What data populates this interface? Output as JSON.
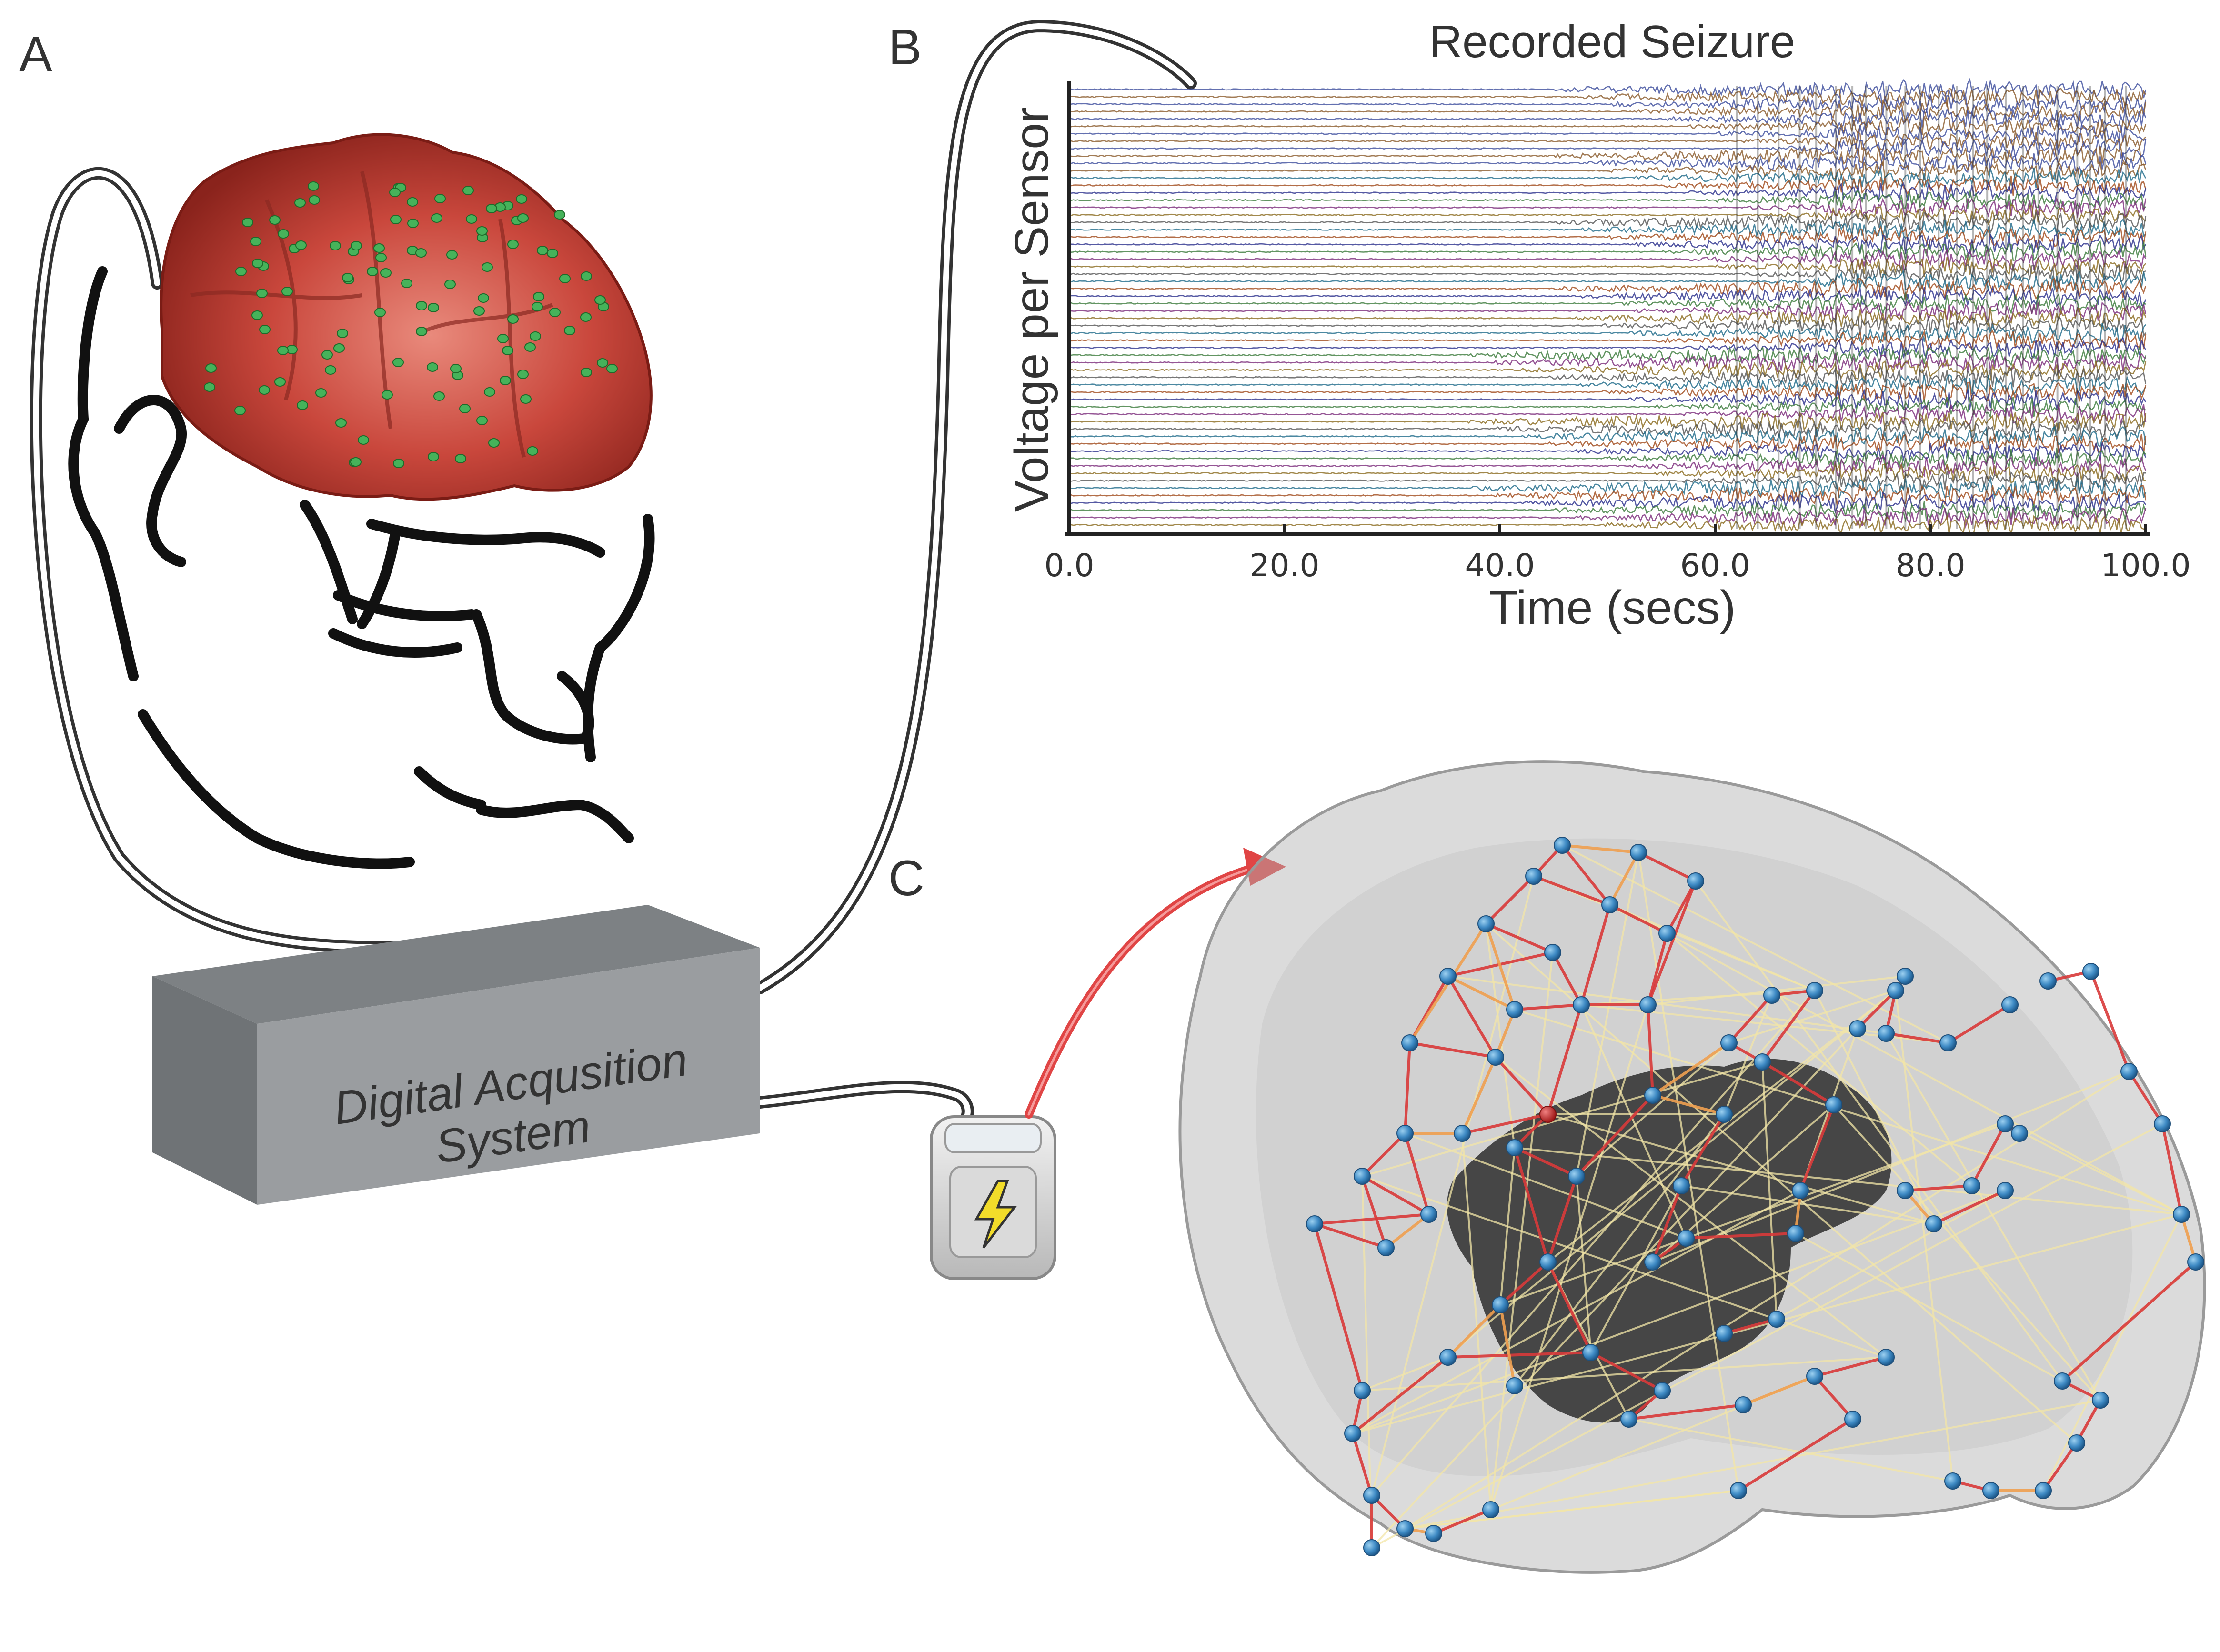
{
  "panels": {
    "a": "A",
    "b": "B",
    "c": "C"
  },
  "acquisition_box": {
    "line1": "Digital Acqusition",
    "line2": "System"
  },
  "chart_data": {
    "type": "line",
    "title": "Recorded Seizure",
    "xlabel": "Time (secs)",
    "ylabel": "Voltage per Sensor",
    "xlim": [
      0.0,
      100.0
    ],
    "x_ticks": [
      "0.0",
      "20.0",
      "40.0",
      "60.0",
      "80.0",
      "100.0"
    ],
    "tick_values": [
      0,
      20,
      40,
      60,
      80,
      100
    ],
    "channel_count": 60
  },
  "colors": {
    "brain": "#c9473c",
    "electrode": "#46b25a",
    "node": "#4a90c8",
    "edge_strong": "#d93a3a",
    "edge_weak": "#f3e6a8",
    "arrow": "#e04545",
    "box_front": "#9a9da0",
    "box_top": "#7d8184",
    "box_side": "#b6b9bc"
  }
}
